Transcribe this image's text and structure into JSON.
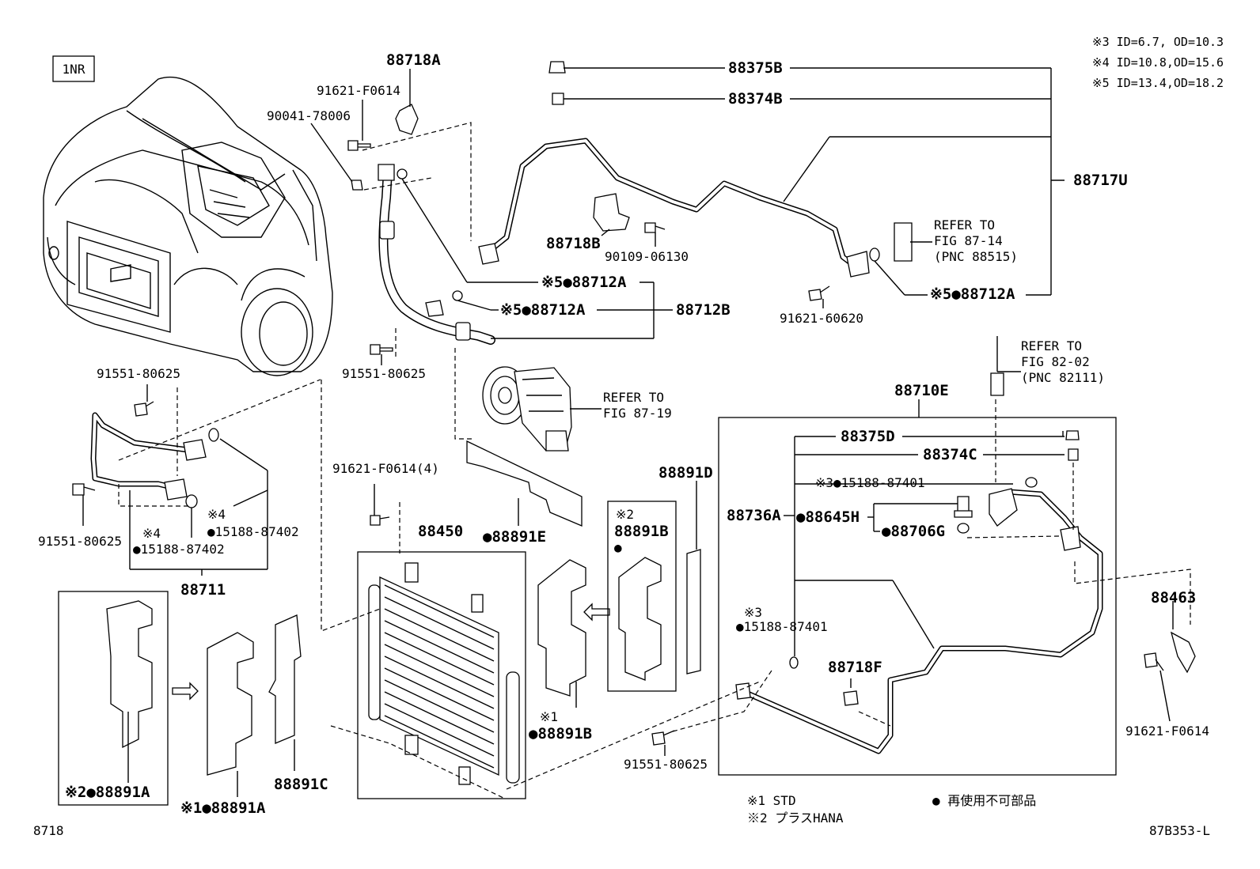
{
  "engine_label": "1NR",
  "notes": {
    "n3": "※3 ID=6.7, OD=10.3",
    "n4": "※4 ID=10.8,OD=15.6",
    "n5": "※5 ID=13.4,OD=18.2"
  },
  "parts": {
    "p88718A": "88718A",
    "p91621_F0614": "91621-F0614",
    "p90041_78006": "90041-78006",
    "p88375B": "88375B",
    "p88374B": "88374B",
    "p88717U": "88717U",
    "p88718B": "88718B",
    "p90109_06130": "90109-06130",
    "p88712A_1": "※5●88712A",
    "p88712A_2": "※5●88712A",
    "p88712B": "88712B",
    "p88712A_3": "※5●88712A",
    "p91621_60620": "91621-60620",
    "p91551_80625_a": "91551-80625",
    "p91551_80625_b": "91551-80625",
    "p91551_80625_c": "91551-80625",
    "p91551_80625_d": "91551-80625",
    "p88710E": "88710E",
    "p88375D": "88375D",
    "p88374C": "88374C",
    "p15188_87401_a": "※3●15188-87401",
    "p88736A": "88736A",
    "p88645H": "●88645H",
    "p88706G": "●88706G",
    "p15188_87401_b_mark": "※3",
    "p15188_87401_b": "●15188-87401",
    "p88718F": "88718F",
    "p88463": "88463",
    "p91621_F0614_b": "91621-F0614",
    "p91621_F0614_4": "91621-F0614(4)",
    "p88891E": "●88891E",
    "p88891D": "88891D",
    "p88450": "88450",
    "p88891B_mark": "※2",
    "p88891B": "88891B",
    "p88891B_dot": "●",
    "p88891B_1_mark": "※1",
    "p88891B_1": "●88891B",
    "p15188_87402_a_mark": "※4",
    "p15188_87402_a": "●15188-87402",
    "p15188_87402_b_mark": "※4",
    "p15188_87402_b": "●15188-87402",
    "p88711": "88711",
    "p88891A_2": "※2●88891A",
    "p88891A_1": "※1●88891A",
    "p88891C": "88891C"
  },
  "refs": {
    "r1": [
      "REFER TO",
      "FIG 87-14",
      "(PNC 88515)"
    ],
    "r2": [
      "REFER TO",
      "FIG 82-02",
      "(PNC 82111)"
    ],
    "r3": [
      "REFER TO",
      "FIG 87-19"
    ]
  },
  "legend": {
    "std": "※1 STD",
    "hana": "※2 プラスHANA",
    "non_reusable": "● 再使用不可部品"
  },
  "footer": {
    "page": "8718",
    "code": "87B353-L"
  }
}
